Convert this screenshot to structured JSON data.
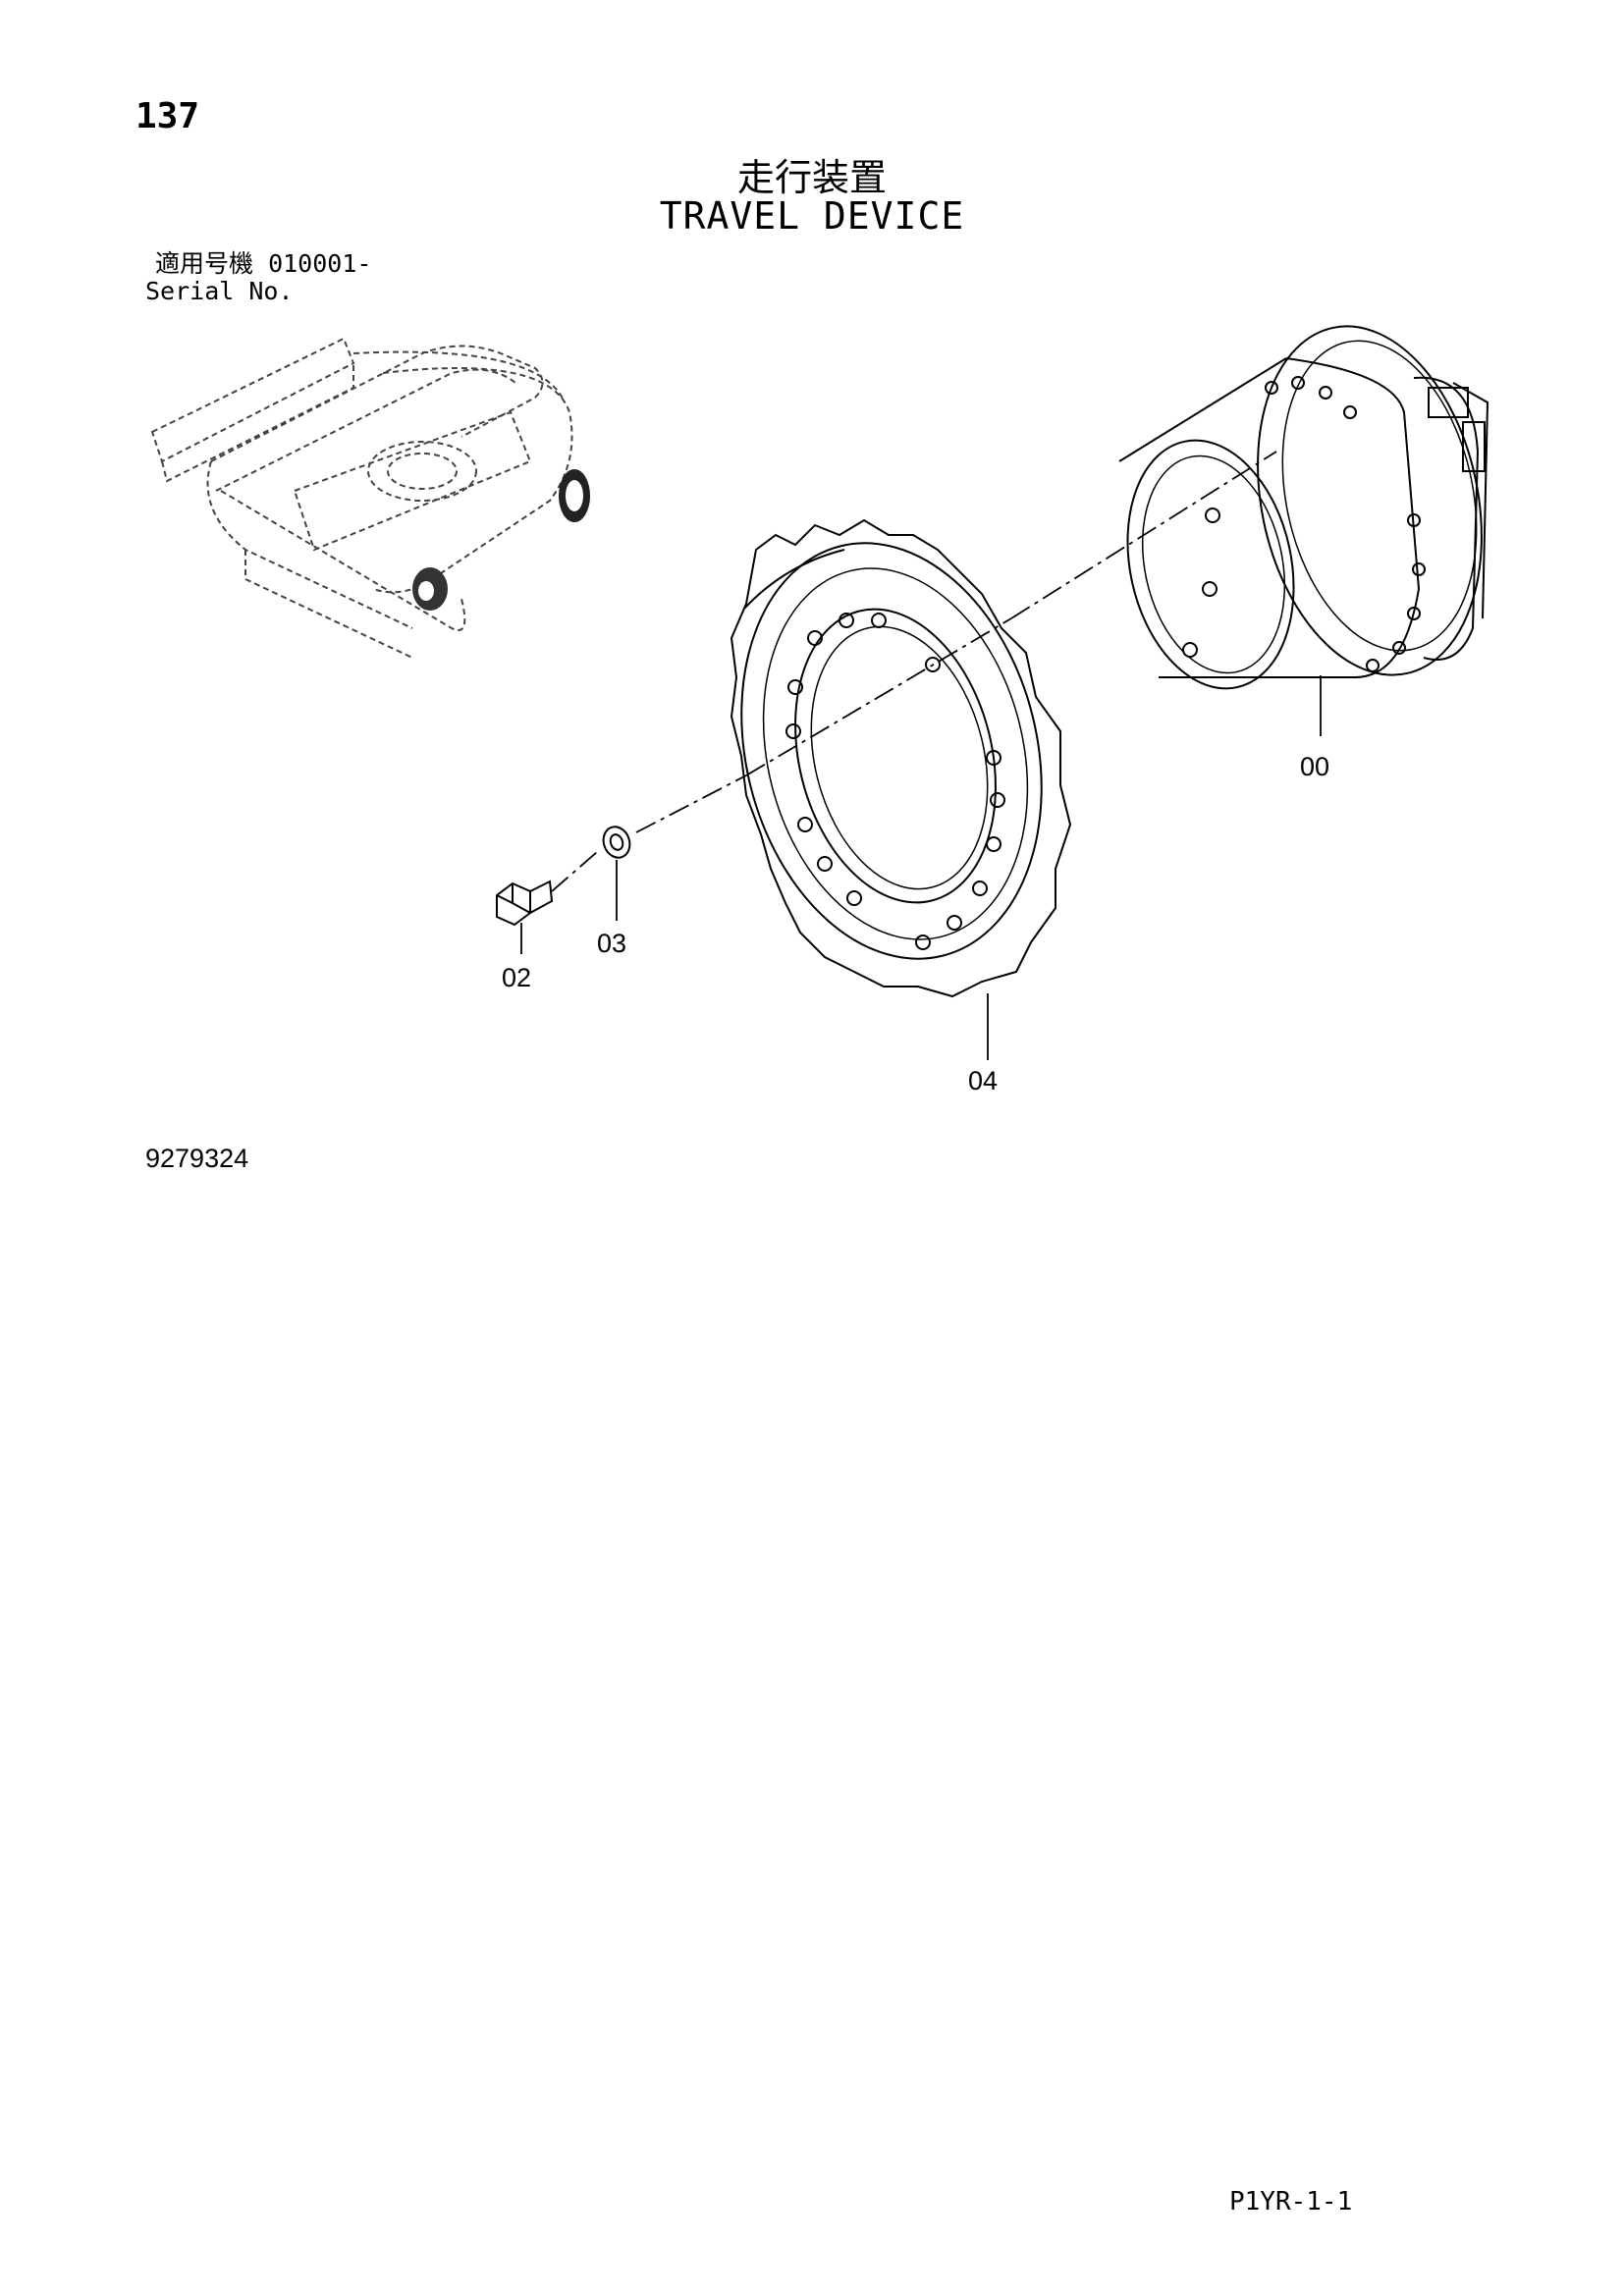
{
  "header": {
    "page_number": "137",
    "title_ja": "走行装置",
    "title_en": "TRAVEL DEVICE",
    "serial_label_ja": "適用号機",
    "serial_value": "010001-",
    "serial_label_en": "Serial No."
  },
  "drawing_number": "9279324",
  "page_code": "P1YR-1-1",
  "callouts": {
    "travel_motor": "00",
    "bolt": "02",
    "washer": "03",
    "sprocket": "04"
  }
}
